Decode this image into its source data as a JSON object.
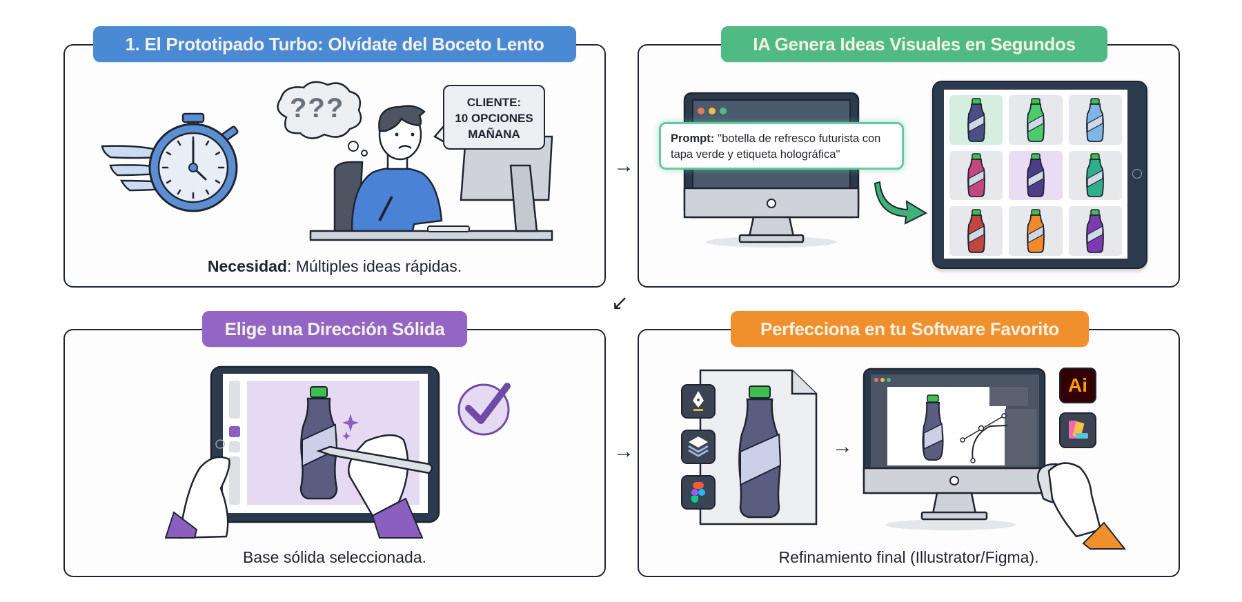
{
  "panels": [
    {
      "id": "prototipado",
      "title": "1. El Prototipado Turbo: Olvídate del Boceto Lento",
      "color": "#4a8ad4",
      "caption_bold": "Necesidad",
      "caption_rest": ": Múltiples ideas rápidas.",
      "thought": "???",
      "speech_lines": [
        "CLIENTE:",
        "10 OPCIONES",
        "MAÑANA"
      ]
    },
    {
      "id": "ia-genera",
      "title": "IA Genera Ideas Visuales en Segundos",
      "color": "#4fba84",
      "prompt_label": "Prompt:",
      "prompt_text": " ''botella de refresco futurista con tapa verde y etiqueta holográfica''",
      "grid_bottles": [
        {
          "body": "#4b4f86",
          "bg": "#d4efdf"
        },
        {
          "body": "#4ccb6a",
          "bg": "#e6e8ec"
        },
        {
          "body": "#7fb6e6",
          "bg": "#e6e8ec"
        },
        {
          "body": "#c2477e",
          "bg": "#e6e8ec"
        },
        {
          "body": "#4b3f86",
          "bg": "#eadcf4"
        },
        {
          "body": "#2fae8a",
          "bg": "#e6e8ec"
        },
        {
          "body": "#c0463f",
          "bg": "#e6e8ec"
        },
        {
          "body": "#f08a2a",
          "bg": "#e6e8ec"
        },
        {
          "body": "#7c3ab0",
          "bg": "#e6e8ec"
        }
      ]
    },
    {
      "id": "direccion",
      "title": "Elige una Dirección Sólida",
      "color": "#9366c6",
      "caption": "Base sólida seleccionada."
    },
    {
      "id": "perfecciona",
      "title": "Perfecciona en tu Software Favorito",
      "color": "#f0902d",
      "caption": "Refinamiento final (Illustrator/Figma).",
      "app_icon_label": "Ai"
    }
  ],
  "connectors": {
    "right": "→",
    "down_left": "↙"
  },
  "colors": {
    "ink": "#1f2430",
    "bottle_cap": "#3fbf4f",
    "device_frame": "#2b3a4d"
  }
}
